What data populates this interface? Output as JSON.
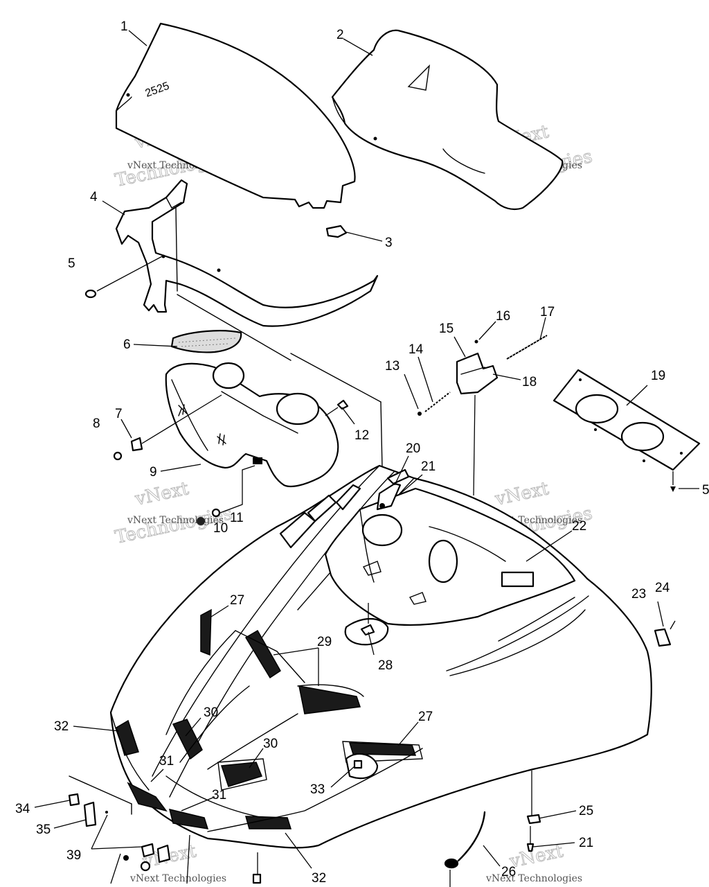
{
  "diagram": {
    "callouts": [
      "1",
      "2",
      "3",
      "4",
      "5",
      "6",
      "7",
      "8",
      "9",
      "10",
      "11",
      "12",
      "13",
      "14",
      "15",
      "16",
      "17",
      "18",
      "19",
      "5",
      "20",
      "21",
      "22",
      "23",
      "24",
      "27",
      "28",
      "29",
      "30",
      "30",
      "31",
      "31",
      "32",
      "32",
      "33",
      "27",
      "34",
      "35",
      "39",
      "25",
      "21",
      "26"
    ],
    "windshield_marking": "2525",
    "watermark": {
      "line1": "vNext Technologies",
      "line2": "vNext",
      "line3": "Technologies"
    }
  }
}
